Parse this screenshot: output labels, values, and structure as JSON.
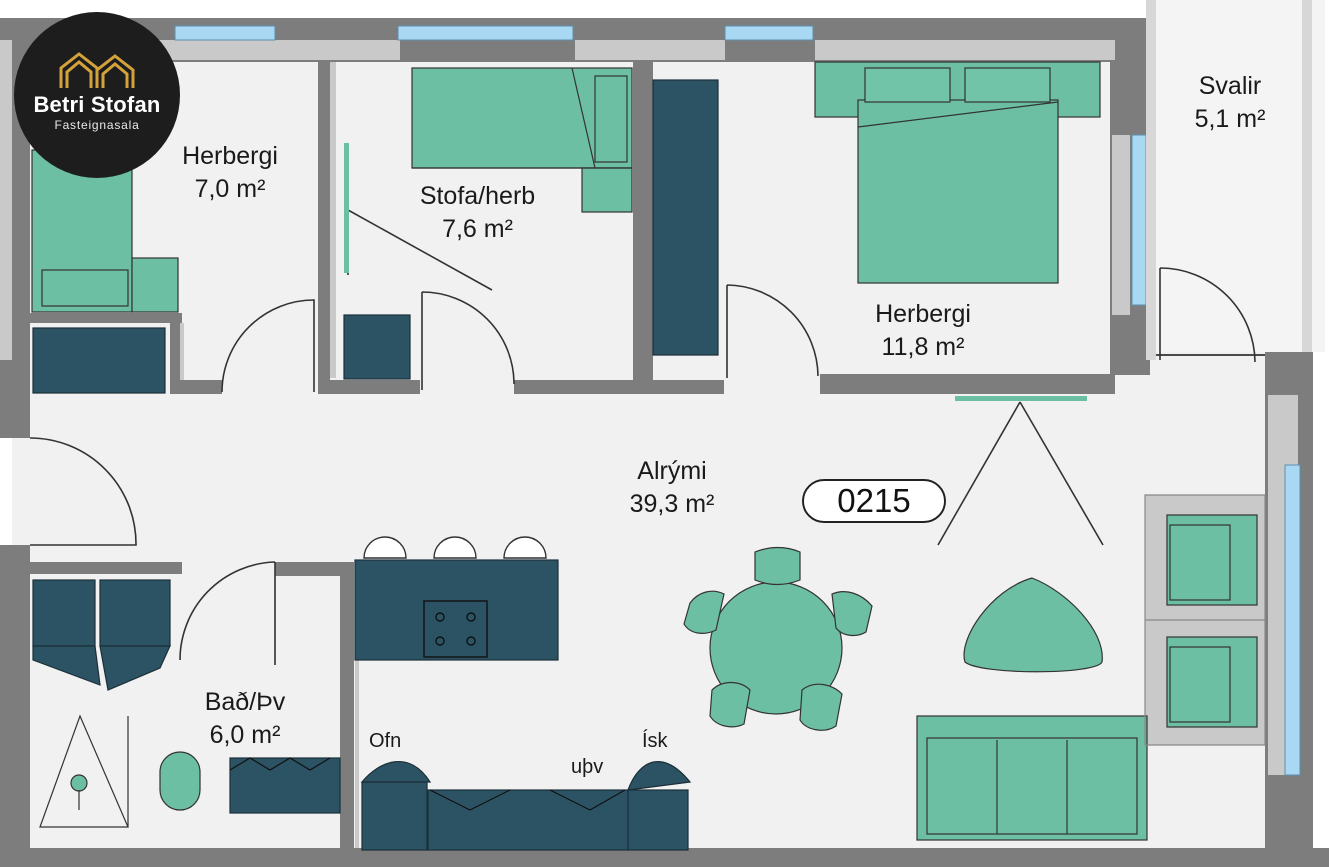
{
  "colors": {
    "wall": "#7a7a7a",
    "wall_light": "#c8c8c8",
    "floor": "#f1f1f1",
    "furniture_green": "#6cbfa3",
    "furniture_dark": "#2c5364",
    "window": "#a9d8f2"
  },
  "logo": {
    "name": "Betri Stofan",
    "subtitle": "Fasteignasala",
    "icon": "buildings-icon"
  },
  "unit_number": "0215",
  "rooms": {
    "herbergi_small": {
      "name": "Herbergi",
      "area": "7,0 m²"
    },
    "stofa": {
      "name": "Stofa/herb",
      "area": "7,6 m²"
    },
    "herbergi_large": {
      "name": "Herbergi",
      "area": "11,8 m²"
    },
    "svalir": {
      "name": "Svalir",
      "area": "5,1 m²"
    },
    "alrymi": {
      "name": "Alrými",
      "area": "39,3 m²"
    },
    "bad": {
      "name": "Bað/Þv",
      "area": "6,0 m²"
    }
  },
  "appliances": {
    "ofn": "Ofn",
    "uthv": "uþv",
    "isk": "Ísk"
  }
}
